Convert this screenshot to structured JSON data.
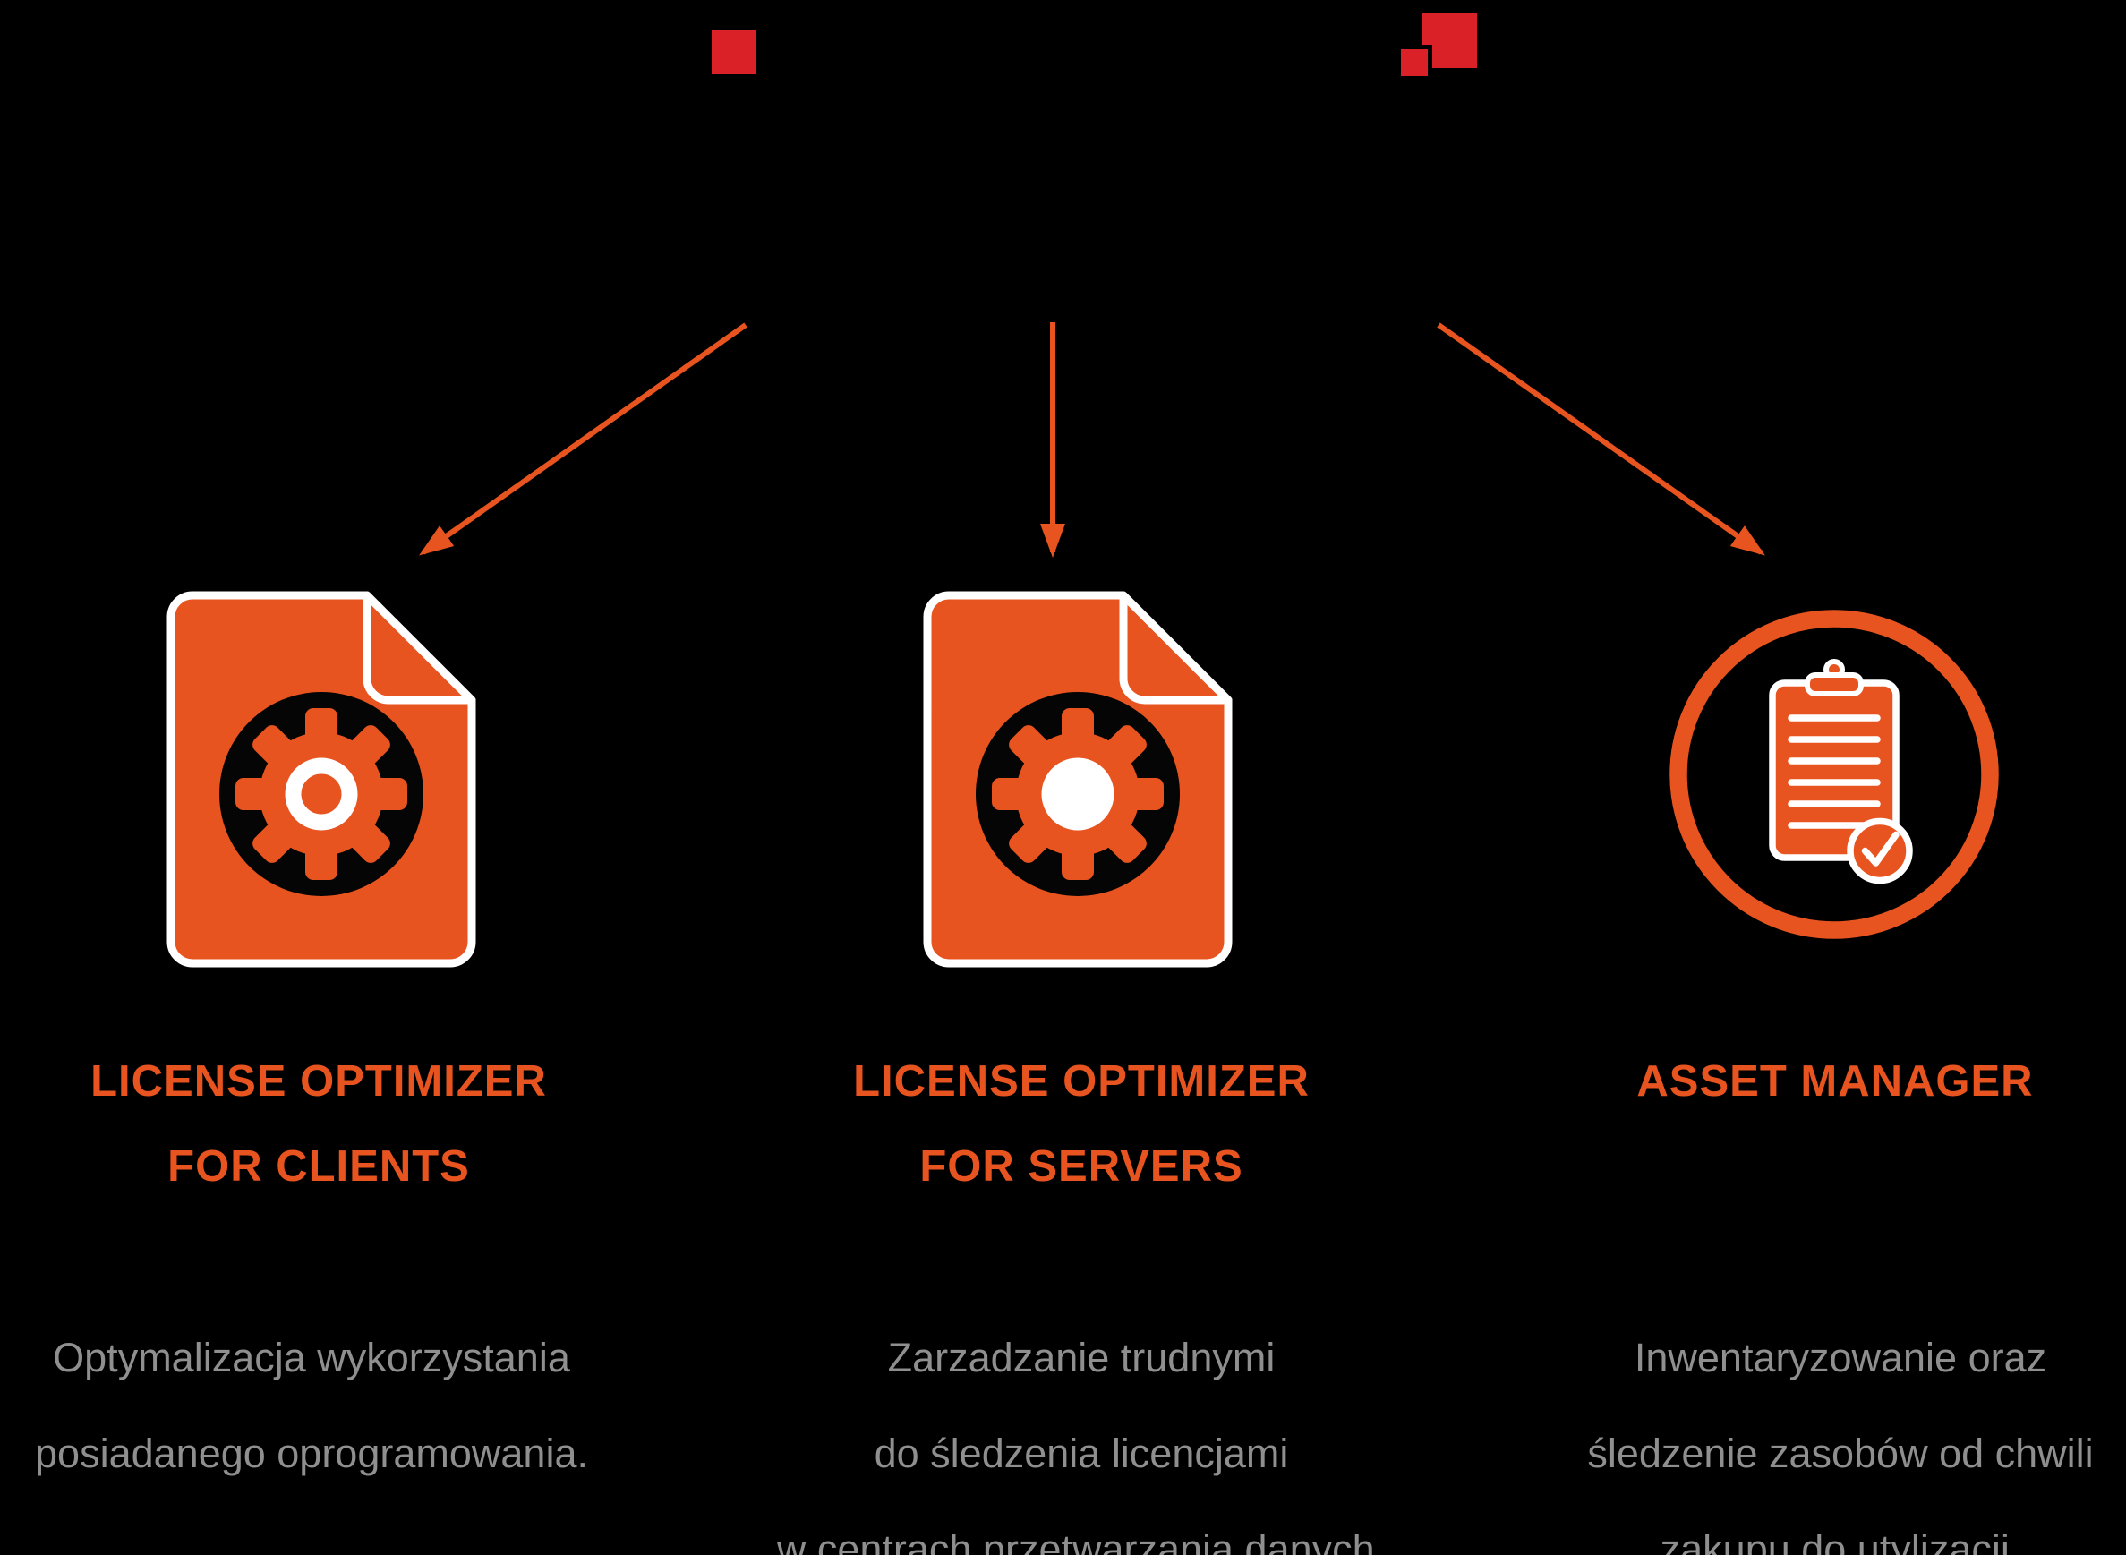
{
  "colors": {
    "background": "#000000",
    "accent_orange": "#e8541f",
    "logo_red": "#da2128",
    "description_gray": "#8f8f8f",
    "icon_stroke_white": "#ffffff"
  },
  "logo": {
    "accent_squares": [
      "logo-accent-square-left",
      "logo-accent-square-right"
    ]
  },
  "arrows": {
    "color": "#e8541f",
    "items": [
      "arrow-to-clients",
      "arrow-to-servers",
      "arrow-to-asset-manager"
    ]
  },
  "columns": [
    {
      "icon": "document-gear-icon",
      "gear_center_style": "ring",
      "title_line_1": "LICENSE OPTIMIZER",
      "title_line_2": "FOR CLIENTS",
      "desc_line_1": "Optymalizacja wykorzystania",
      "desc_line_2": "posiadanego oprogramowania."
    },
    {
      "icon": "document-gear-icon",
      "gear_center_style": "solid",
      "title_line_1": "LICENSE OPTIMIZER",
      "title_line_2": "FOR SERVERS",
      "desc_line_1": "Zarzadzanie trudnymi",
      "desc_line_2": "do śledzenia licencjami",
      "desc_line_3": "w centrach przetwarzania danych."
    },
    {
      "icon": "clipboard-check-icon",
      "title_line_1": "ASSET MANAGER",
      "desc_line_1": "Inwentaryzowanie oraz",
      "desc_line_2": "śledzenie zasobów od chwili",
      "desc_line_3": "zakupu do utylizacji."
    }
  ]
}
